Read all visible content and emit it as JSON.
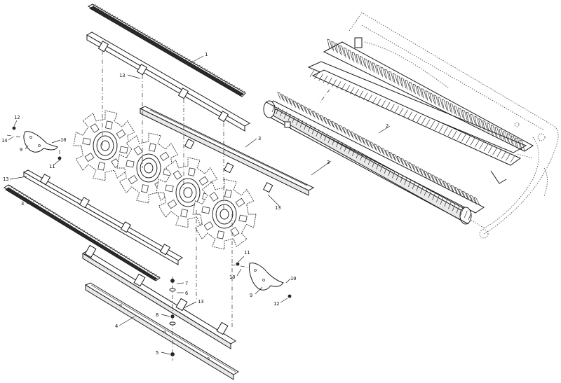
{
  "callouts": [
    {
      "id": "c-1",
      "text": "1"
    },
    {
      "id": "c-2",
      "text": "2"
    },
    {
      "id": "c-3",
      "text": "3"
    },
    {
      "id": "c-3b",
      "text": "3"
    },
    {
      "id": "c-3c",
      "text": "3"
    },
    {
      "id": "c-4",
      "text": "4"
    },
    {
      "id": "c-5",
      "text": "5"
    },
    {
      "id": "c-6",
      "text": "6"
    },
    {
      "id": "c-7",
      "text": "7"
    },
    {
      "id": "c-8",
      "text": "8"
    },
    {
      "id": "c-9a",
      "text": "9"
    },
    {
      "id": "c-9b",
      "text": "9"
    },
    {
      "id": "c-10a",
      "text": "10"
    },
    {
      "id": "c-10b",
      "text": "10"
    },
    {
      "id": "c-10c",
      "text": "10"
    },
    {
      "id": "c-11a",
      "text": "11"
    },
    {
      "id": "c-11b",
      "text": "11"
    },
    {
      "id": "c-12a",
      "text": "12"
    },
    {
      "id": "c-12b",
      "text": "12"
    },
    {
      "id": "c-13a",
      "text": "13"
    },
    {
      "id": "c-13b",
      "text": "13"
    },
    {
      "id": "c-13c",
      "text": "13"
    },
    {
      "id": "c-13d",
      "text": "13"
    },
    {
      "id": "c-14",
      "text": "14"
    }
  ]
}
